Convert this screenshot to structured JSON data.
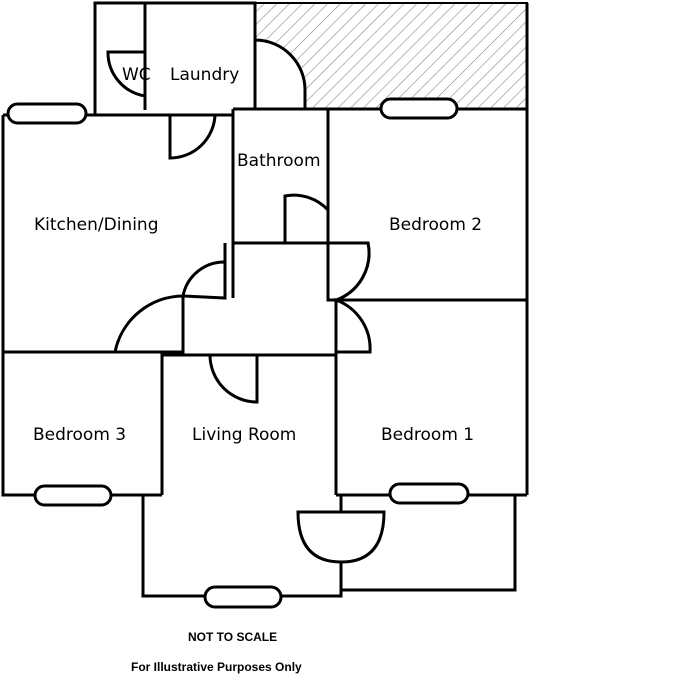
{
  "rooms": {
    "wc": "WC",
    "laundry": "Laundry",
    "bathroom": "Bathroom",
    "kitchen_dining": "Kitchen/Dining",
    "bedroom_2": "Bedroom 2",
    "bedroom_3": "Bedroom 3",
    "living_room": "Living Room",
    "bedroom_1": "Bedroom 1"
  },
  "notes": {
    "scale": "NOT TO SCALE",
    "disclaimer": "For Illustrative Purposes Only"
  },
  "colors": {
    "walls": "#000000",
    "background": "#ffffff",
    "hatch": "#888888"
  }
}
